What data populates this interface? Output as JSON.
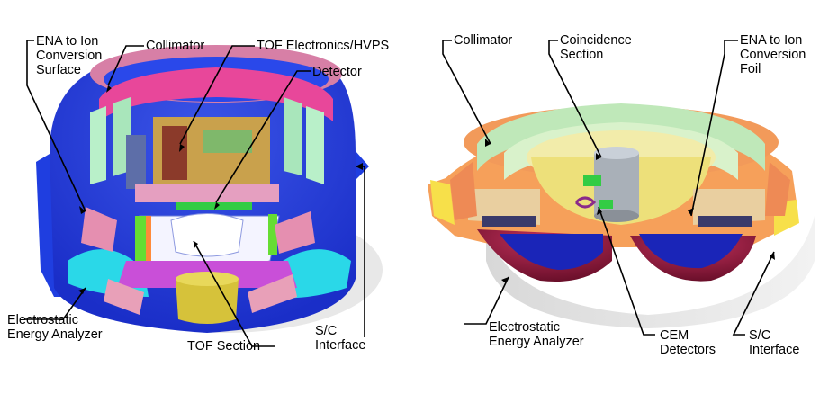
{
  "left_instrument": {
    "labels": {
      "ena_to_ion": "ENA to Ion\nConversion\nSurface",
      "collimator": "Collimator",
      "tof_electronics": "TOF Electronics/HVPS",
      "detector": "Detector",
      "electrostatic": "Electrostatic\nEnergy Analyzer",
      "tof_section": "TOF Section",
      "sc_interface": "S/C\nInterface"
    }
  },
  "right_instrument": {
    "labels": {
      "collimator": "Collimator",
      "coincidence": "Coincidence\nSection",
      "ena_to_ion_foil": "ENA to Ion\nConversion\nFoil",
      "electrostatic": "Electrostatic\nEnergy Analyzer",
      "cem_detectors": "CEM\nDetectors",
      "sc_interface": "S/C\nInterface"
    }
  }
}
